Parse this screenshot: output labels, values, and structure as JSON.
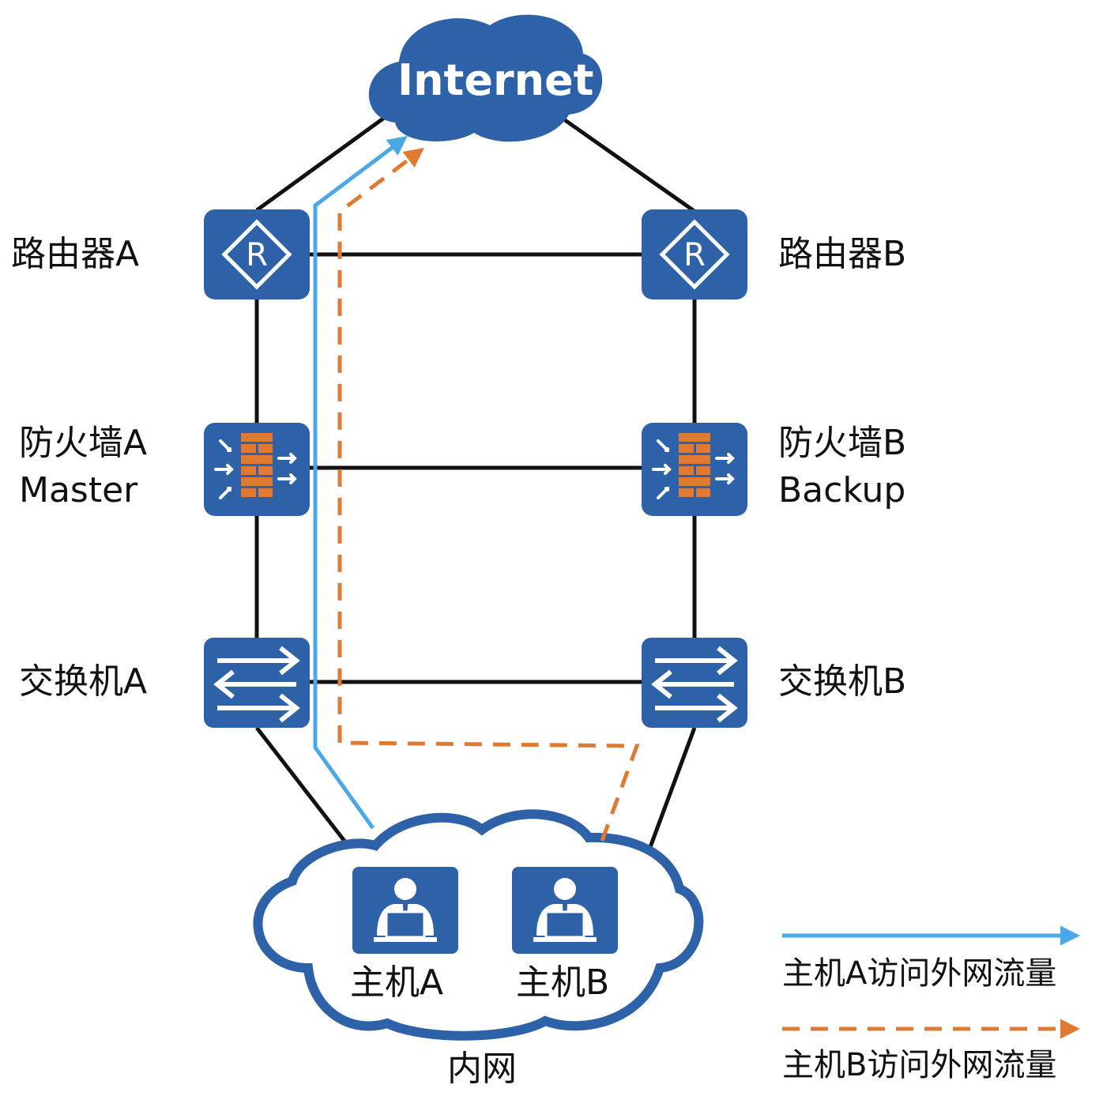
{
  "colors": {
    "device_blue": "#2e62a8",
    "device_icon": "#ffffff",
    "firewall_brick": "#e07a33",
    "link": "#111111",
    "flow_a": "#4aa8e6",
    "flow_b": "#e07a33"
  },
  "internet": {
    "label": "Internet"
  },
  "routers": {
    "a": {
      "label": "路由器A",
      "icon": "router-icon"
    },
    "b": {
      "label": "路由器B",
      "icon": "router-icon"
    }
  },
  "firewalls": {
    "a": {
      "label": "防火墙A",
      "role": "Master",
      "icon": "firewall-icon"
    },
    "b": {
      "label": "防火墙B",
      "role": "Backup",
      "icon": "firewall-icon"
    }
  },
  "switches": {
    "a": {
      "label": "交换机A",
      "icon": "switch-icon"
    },
    "b": {
      "label": "交换机B",
      "icon": "switch-icon"
    }
  },
  "intranet": {
    "label": "内网",
    "hosts": [
      {
        "label": "主机A",
        "icon": "user-laptop-icon"
      },
      {
        "label": "主机B",
        "icon": "user-laptop-icon"
      }
    ]
  },
  "legend": [
    {
      "label": "主机A访问外网流量",
      "style": "solid",
      "color": "#4aa8e6"
    },
    {
      "label": "主机B访问外网流量",
      "style": "dashed",
      "color": "#e07a33"
    }
  ]
}
